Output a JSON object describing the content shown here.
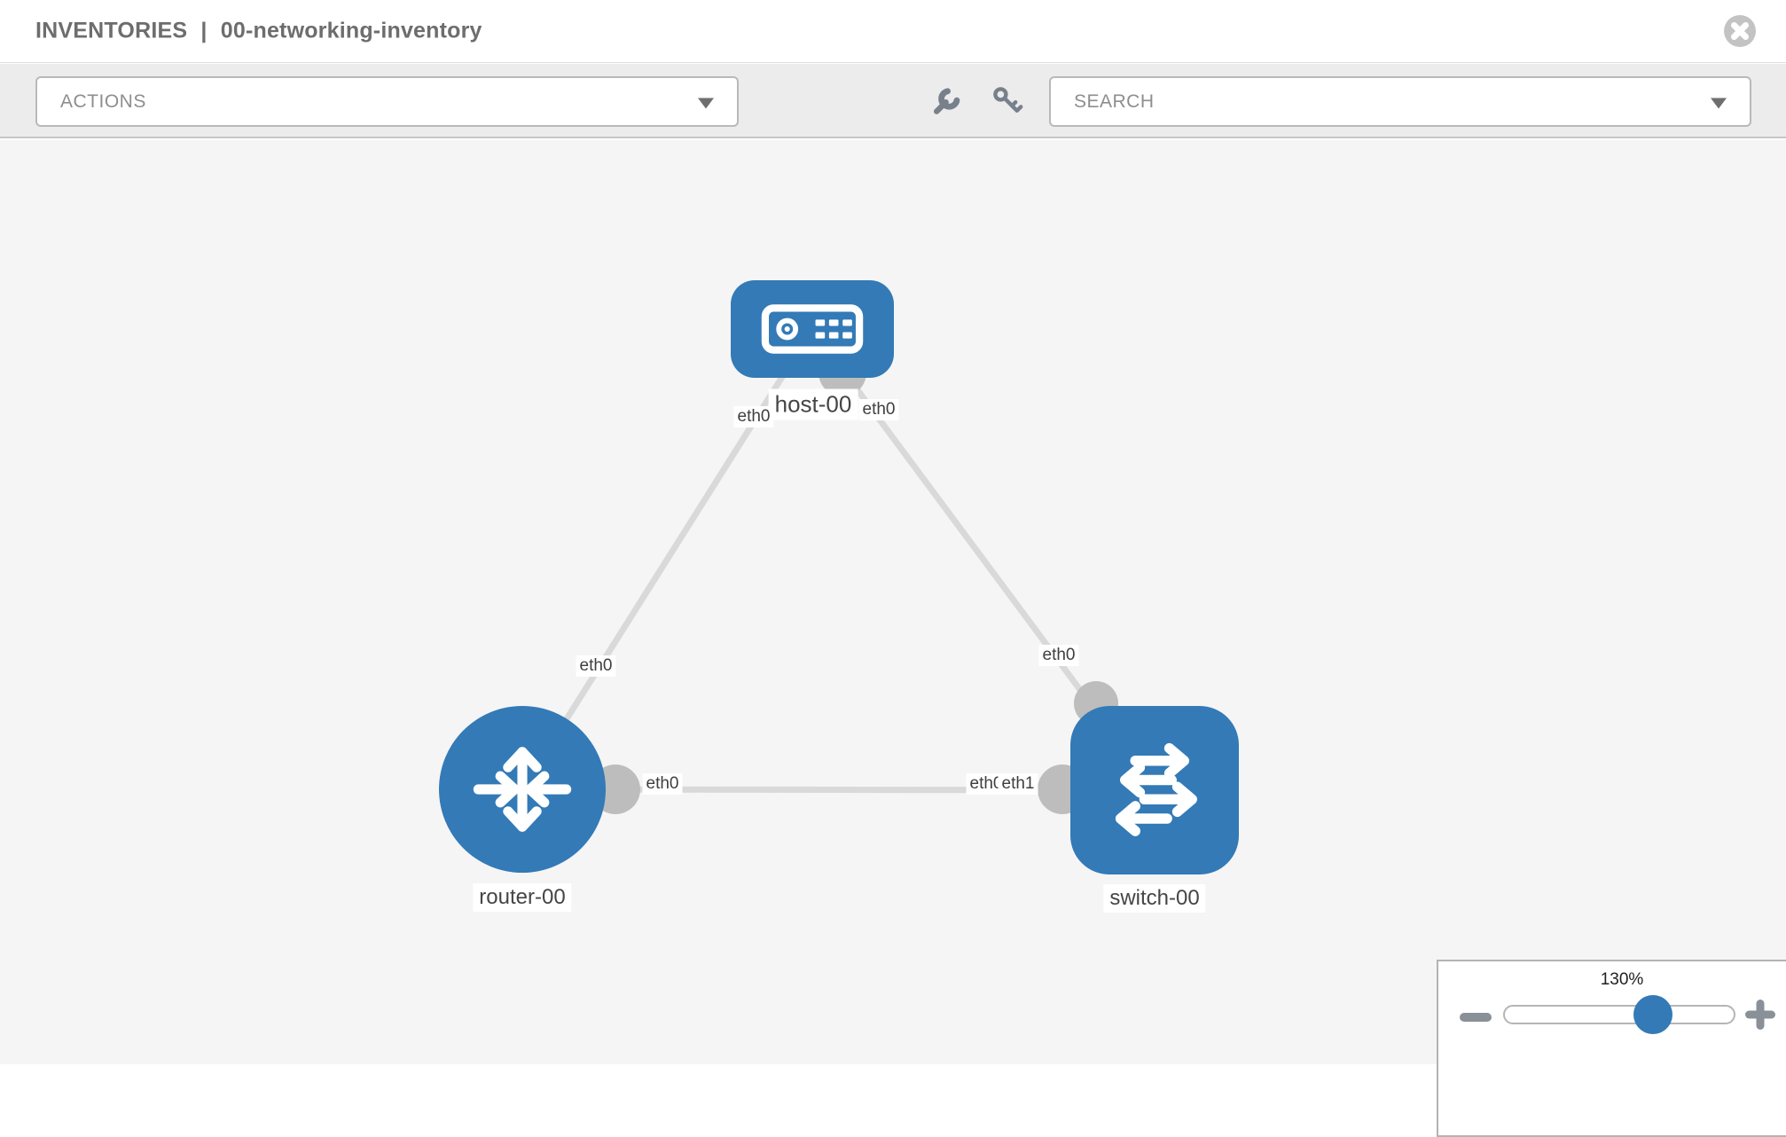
{
  "header": {
    "section": "INVENTORIES",
    "separator": "|",
    "inventory_name": "00-networking-inventory",
    "close_icon": "circle-x-icon"
  },
  "toolbar": {
    "actions_dropdown": {
      "label": "ACTIONS",
      "expanded": false
    },
    "wrench_icon": "wrench-icon",
    "key_icon": "key-icon",
    "search_dropdown": {
      "label": "SEARCH",
      "expanded": false
    }
  },
  "diagram": {
    "nodes": [
      {
        "id": "host-00",
        "label": "host-00",
        "type": "host",
        "icon": "server-icon"
      },
      {
        "id": "router-00",
        "label": "router-00",
        "type": "router",
        "icon": "router-arrows-icon"
      },
      {
        "id": "switch-00",
        "label": "switch-00",
        "type": "switch",
        "icon": "switch-arrows-icon"
      }
    ],
    "links": [
      {
        "from_node": "host-00",
        "from_interface": "eth0",
        "to_node": "router-00",
        "to_interface": "eth0"
      },
      {
        "from_node": "host-00",
        "from_interface": "eth0",
        "to_node": "switch-00",
        "to_interface": "eth0"
      },
      {
        "from_node": "router-00",
        "from_interface": "eth0",
        "to_node": "switch-00",
        "to_interface": "eth1",
        "occluded_interface_label": "eth0"
      }
    ]
  },
  "zoom_control": {
    "level": "130%",
    "minus_icon": "minus-icon",
    "plus_icon": "plus-icon"
  },
  "colors": {
    "node_fill": "#337ab7",
    "link_line": "#d9d9d9",
    "connector": "#bdbdbd",
    "canvas_bg": "#f5f5f5",
    "toolbar_bg": "#ececec",
    "slider_thumb": "#337ab7"
  }
}
